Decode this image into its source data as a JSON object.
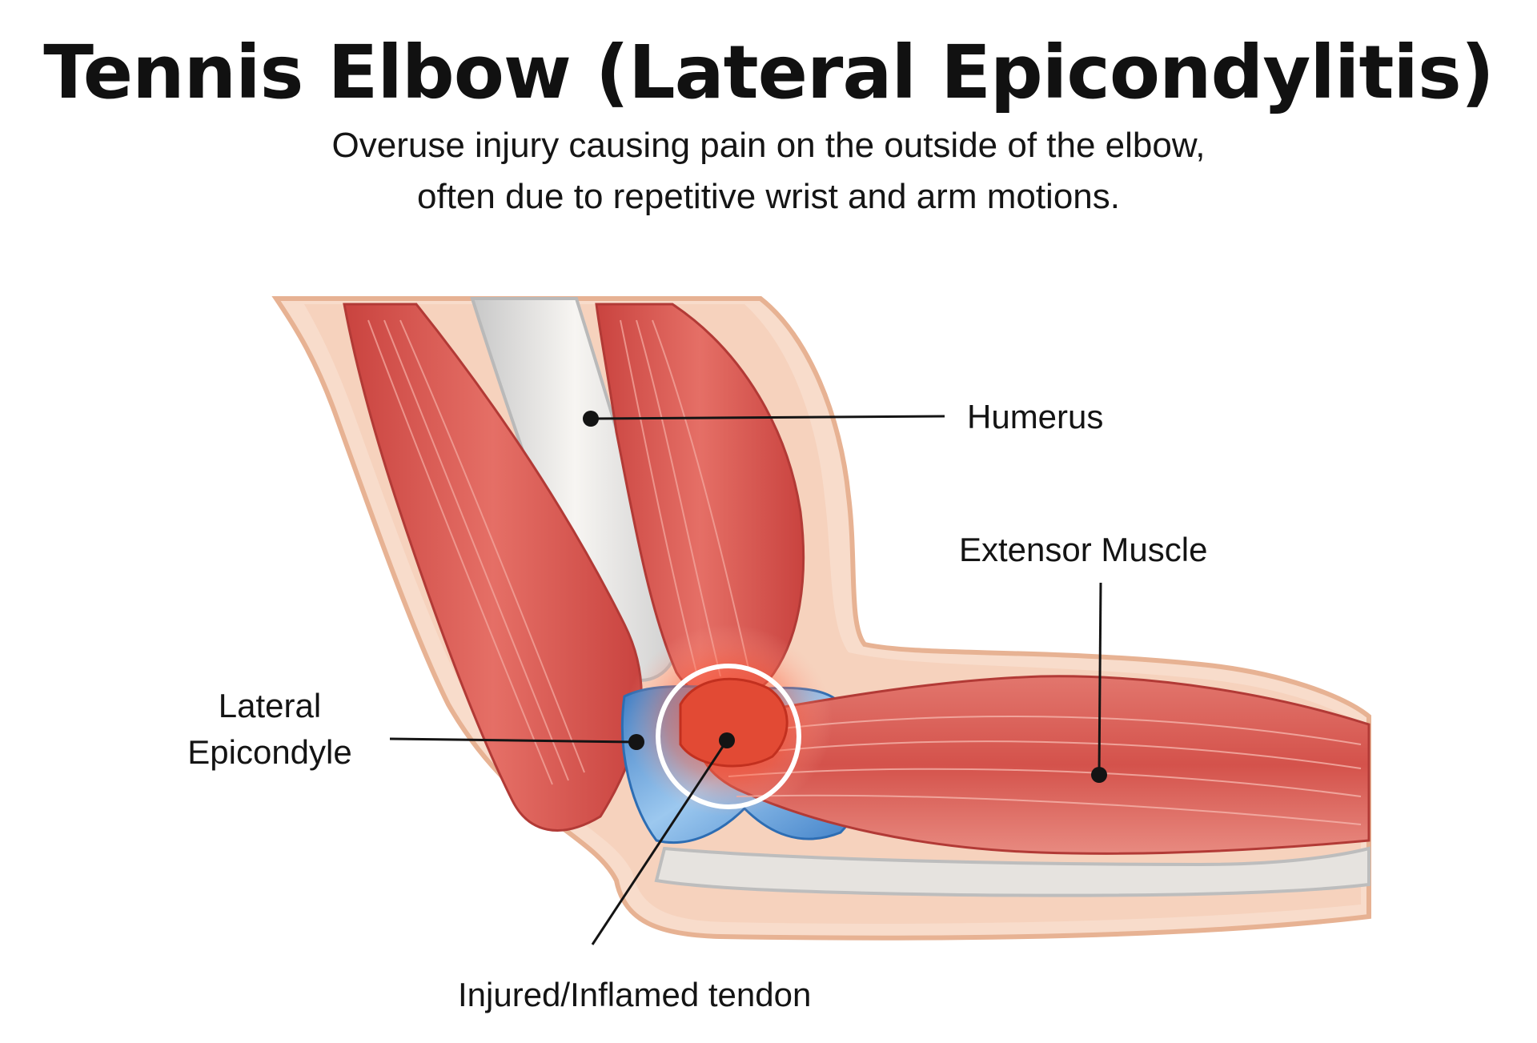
{
  "title": "Tennis Elbow (Lateral Epicondylitis)",
  "subtitle": {
    "line1": "Overuse injury causing pain on the outside of the elbow,",
    "line2": "often due to repetitive wrist and arm motions."
  },
  "labels": {
    "humerus": "Humerus",
    "extensor_muscle": "Extensor Muscle",
    "lateral_epicondyle_line1": "Lateral",
    "lateral_epicondyle_line2": "Epicondyle",
    "injured_tendon": "Injured/Inflamed tendon"
  },
  "colors": {
    "skin": "#f6d8c6",
    "skin_outline": "#e8b79a",
    "muscle": "#d9524c",
    "muscle_light": "#ee8a80",
    "bone": "#d9d9d9",
    "tendon_blue": "#5b9ad6",
    "inflammation": "#f05a3c"
  }
}
